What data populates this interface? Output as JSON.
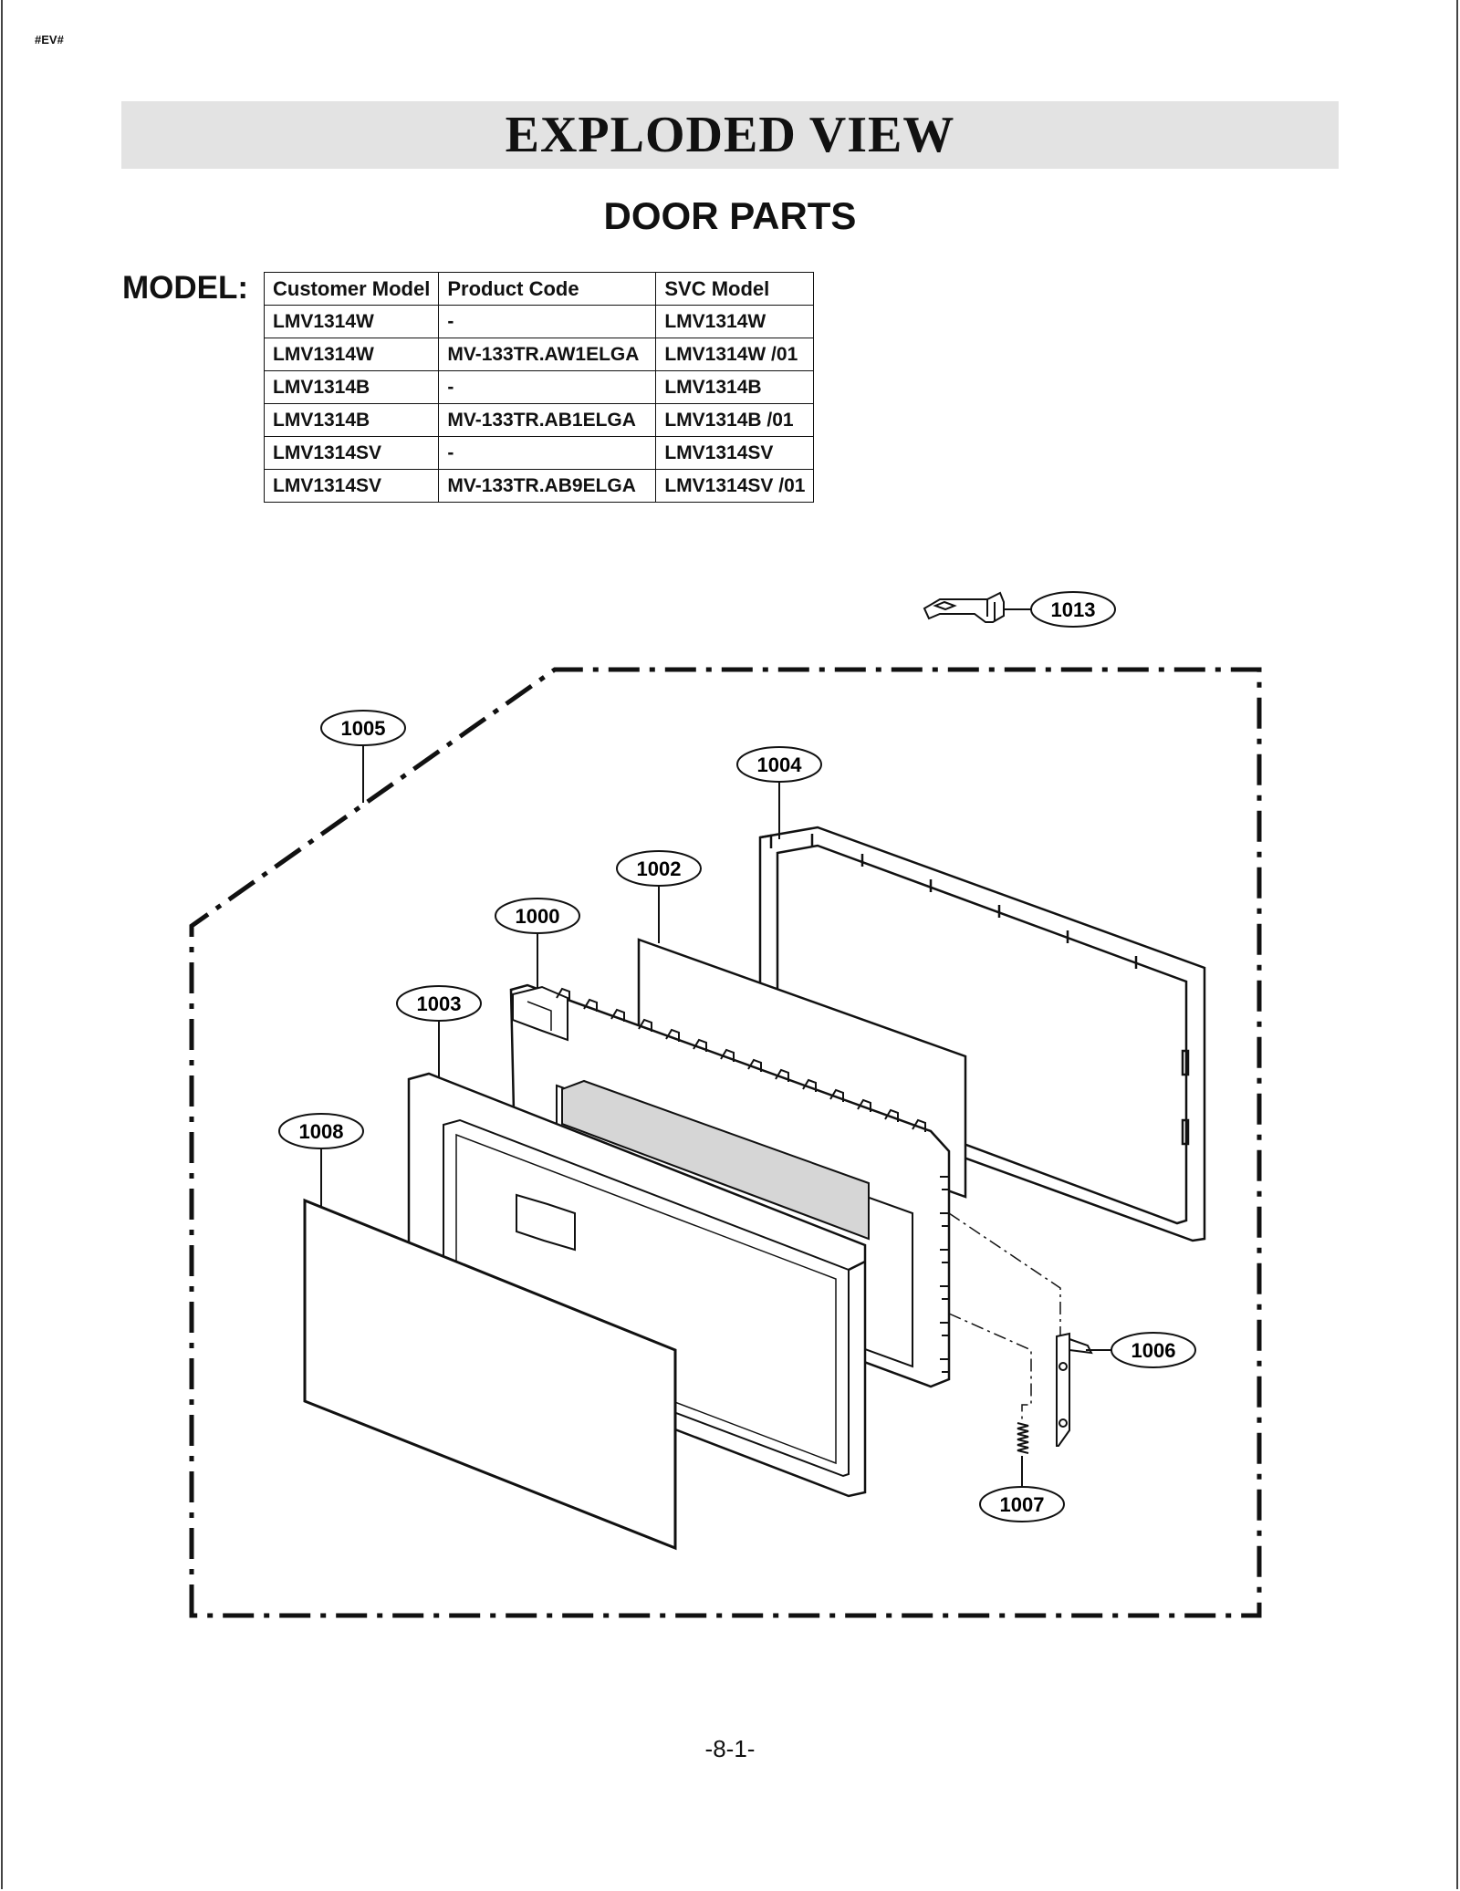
{
  "header": {
    "tag": "#EV#",
    "title": "EXPLODED VIEW",
    "subtitle": "DOOR PARTS"
  },
  "model": {
    "label": "MODEL:",
    "columns": [
      "Customer Model",
      "Product Code",
      "SVC Model"
    ],
    "rows": [
      [
        "LMV1314W",
        "-",
        "LMV1314W"
      ],
      [
        "LMV1314W",
        "MV-133TR.AW1ELGA",
        "LMV1314W /01"
      ],
      [
        "LMV1314B",
        "-",
        "LMV1314B"
      ],
      [
        "LMV1314B",
        "MV-133TR.AB1ELGA",
        "LMV1314B /01"
      ],
      [
        "LMV1314SV",
        "-",
        "LMV1314SV"
      ],
      [
        "LMV1314SV",
        "MV-133TR.AB9ELGA",
        "LMV1314SV /01"
      ]
    ]
  },
  "callouts": {
    "p1013": "1013",
    "p1005": "1005",
    "p1004": "1004",
    "p1002": "1002",
    "p1000": "1000",
    "p1003": "1003",
    "p1008": "1008",
    "p1006": "1006",
    "p1007": "1007"
  },
  "footer": {
    "page_number": "-8-1-"
  },
  "colors": {
    "title_band": "#e3e3e3",
    "line": "#111111",
    "glass": "#d6d6d6"
  }
}
